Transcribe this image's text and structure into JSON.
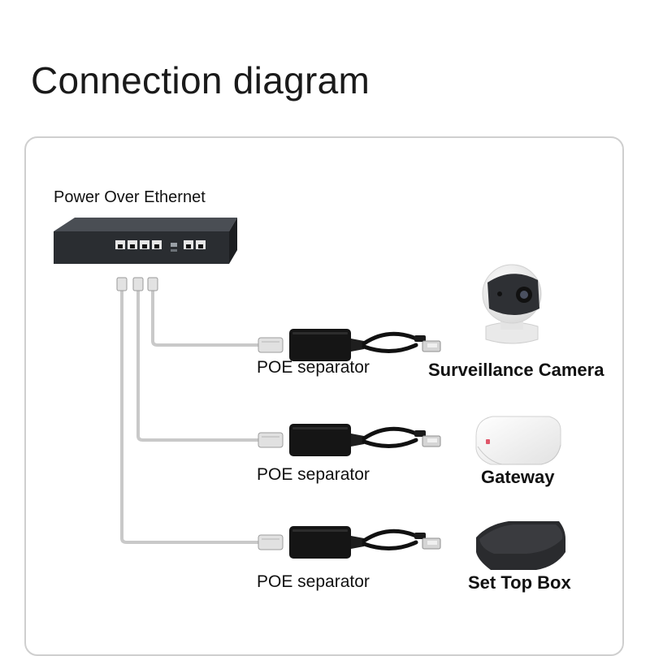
{
  "title": "Connection diagram",
  "switch": {
    "label": "Power Over Ethernet",
    "icon": "poe-switch-icon"
  },
  "connections": [
    {
      "separator_label": "POE separator",
      "device_label": "Surveillance Camera",
      "device_icon": "camera-icon"
    },
    {
      "separator_label": "POE separator",
      "device_label": "Gateway",
      "device_icon": "gateway-icon"
    },
    {
      "separator_label": "POE separator",
      "device_label": "Set Top Box",
      "device_icon": "set-top-box-icon"
    }
  ],
  "colors": {
    "cable": "#c9c9c9",
    "separator": "#151515",
    "frame": "#cfcfcf",
    "switch": "#2a2d31"
  }
}
